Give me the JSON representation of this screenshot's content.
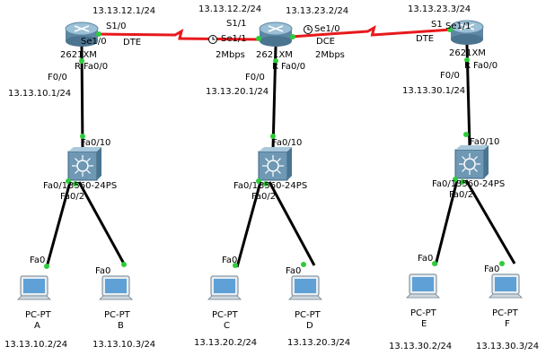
{
  "serial_links": [
    {
      "from": "r1",
      "to": "r2"
    },
    {
      "from": "r2",
      "to": "r3"
    }
  ],
  "routers": [
    {
      "id": "r1",
      "model": "2621XM",
      "s_label": "S1/0",
      "s_addr": "13.13.12.1/24",
      "se_port": "Se1/0",
      "dce_dte": "DTE",
      "f_label": "F0/0",
      "fa_port": "Fa0/0",
      "lan_addr": "13.13.10.1/24",
      "port_R": "R"
    },
    {
      "id": "r2",
      "model": "2621XM",
      "s_label": "S1/1",
      "s_addr": "13.13.12.2/24",
      "se_port": "Se1/1",
      "se_port2": "Se1/0",
      "s_addr2": "13.13.23.2/24",
      "dce_dte": "DCE",
      "rate_left": "2Mbps",
      "rate_right": "2Mbps",
      "f_label": "F0/0",
      "fa_port": "Fa0/0",
      "lan_addr": "13.13.20.1/24",
      "port_R": "R"
    },
    {
      "id": "r3",
      "model": "2621XM",
      "s_label": "S1",
      "s_addr": "13.13.23.3/24",
      "se_port": "Se1/1",
      "dce_dte": "DTE",
      "f_label": "F0/0",
      "fa_port": "Fa0/0",
      "lan_addr": "13.13.30.1/24",
      "port_R": "R"
    }
  ],
  "switches": [
    {
      "model": "3560-24PS",
      "uplink": "Fa0/10",
      "p1": "Fa0/1",
      "p2": "Fa0/2"
    },
    {
      "model": "3560-24PS",
      "uplink": "Fa0/10",
      "p1": "Fa0/1",
      "p2": "Fa0/2"
    },
    {
      "model": "3560-24PS",
      "uplink": "Fa0/10",
      "p1": "Fa0/1",
      "p2": "Fa0/2"
    }
  ],
  "pcs": [
    {
      "type": "PC-PT",
      "name": "A",
      "port": "Fa0",
      "addr": "13.13.10.2/24"
    },
    {
      "type": "PC-PT",
      "name": "B",
      "port": "Fa0",
      "addr": "13.13.10.3/24"
    },
    {
      "type": "PC-PT",
      "name": "C",
      "port": "Fa0",
      "addr": "13.13.20.2/24"
    },
    {
      "type": "PC-PT",
      "name": "D",
      "port": "Fa0",
      "addr": "13.13.20.3/24"
    },
    {
      "type": "PC-PT",
      "name": "E",
      "port": "Fa0",
      "addr": "13.13.30.2/24"
    },
    {
      "type": "PC-PT",
      "name": "F",
      "port": "Fa0",
      "addr": "13.13.30.3/24"
    }
  ],
  "colors": {
    "serial": "#e8191c",
    "ethernet": "#000000",
    "port_up": "#2dcc3a",
    "device": "#7fa7c2",
    "pc": "#5fa0d6"
  }
}
